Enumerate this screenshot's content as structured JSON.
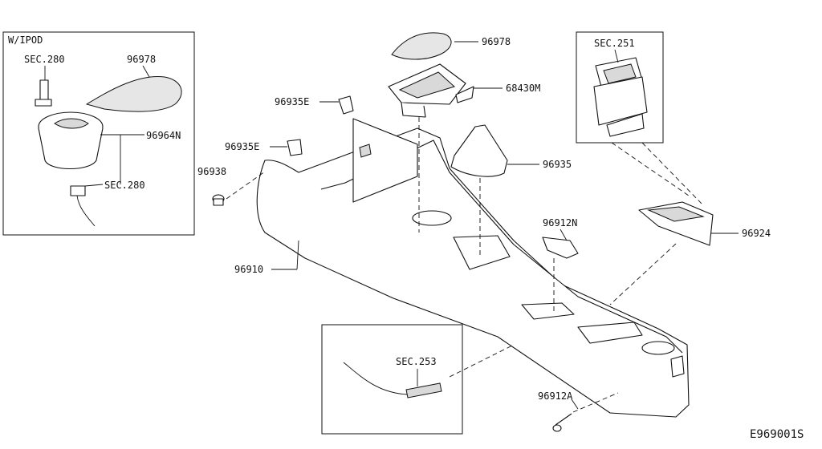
{
  "inset_ipod": {
    "title": "W/IPOD",
    "labels": [
      "SEC.280",
      "96978",
      "96964N",
      "SEC.280"
    ]
  },
  "inset_switch": {
    "labels": [
      "SEC.251"
    ]
  },
  "inset_sensor": {
    "labels": [
      "SEC.253"
    ]
  },
  "callouts": {
    "mat": "96978",
    "cup_holder": "68430M",
    "clip_upper": "96935E",
    "clip_lower": "96935E",
    "screw_clip": "96938",
    "boot": "96935",
    "console": "96910",
    "clip_n": "96912N",
    "tray": "96924",
    "clip_a": "96912A"
  },
  "diagram_id": "E969001S"
}
